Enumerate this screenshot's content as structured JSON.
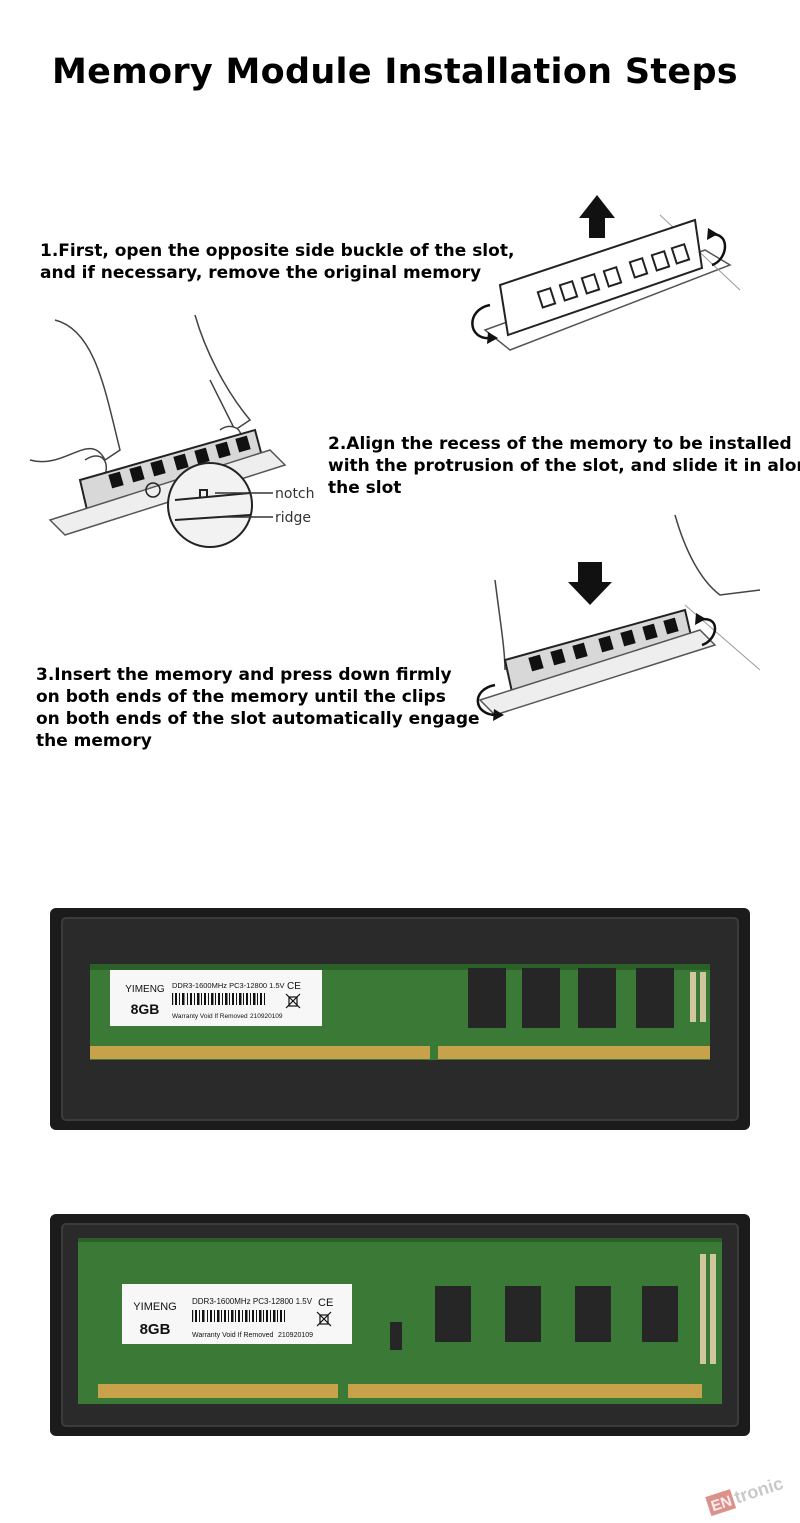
{
  "title": "Memory Module Installation Steps",
  "steps": [
    {
      "lines": [
        "1.First, open the opposite side buckle of the slot,",
        "and if necessary, remove the original memory"
      ]
    },
    {
      "lines": [
        "2.Align the recess of the memory to be installed",
        "with the protrusion of the slot, and slide it in along",
        "the slot"
      ]
    },
    {
      "lines": [
        "3.Insert the memory and press down firmly",
        "on both ends of the memory until the clips",
        "on both ends of the slot automatically engage",
        "the memory"
      ]
    }
  ],
  "callouts": {
    "notch": "notch",
    "ridge": "ridge"
  },
  "modules": [
    {
      "brand": "YIMENG",
      "capacity": "8GB",
      "spec": "DDR3-1600MHz  PC3-12800 1.5V",
      "cert": "CE",
      "warranty": "Warranty Void If Removed",
      "code": "210920109"
    },
    {
      "brand": "YIMENG",
      "capacity": "8GB",
      "spec": "DDR3-1600MHz  PC3-12800 1.5V",
      "cert": "CE",
      "warranty": "Warranty Void If Removed",
      "code": "210920109"
    }
  ],
  "watermark": {
    "prefix": "EN",
    "suffix": "tronic"
  },
  "colors": {
    "pcb": "#3a7a36",
    "pcb_dark": "#2c6029",
    "tray": "#1b1b1b",
    "gold": "#c8a24a",
    "chip": "#262626",
    "watermark": "#c0392b"
  }
}
